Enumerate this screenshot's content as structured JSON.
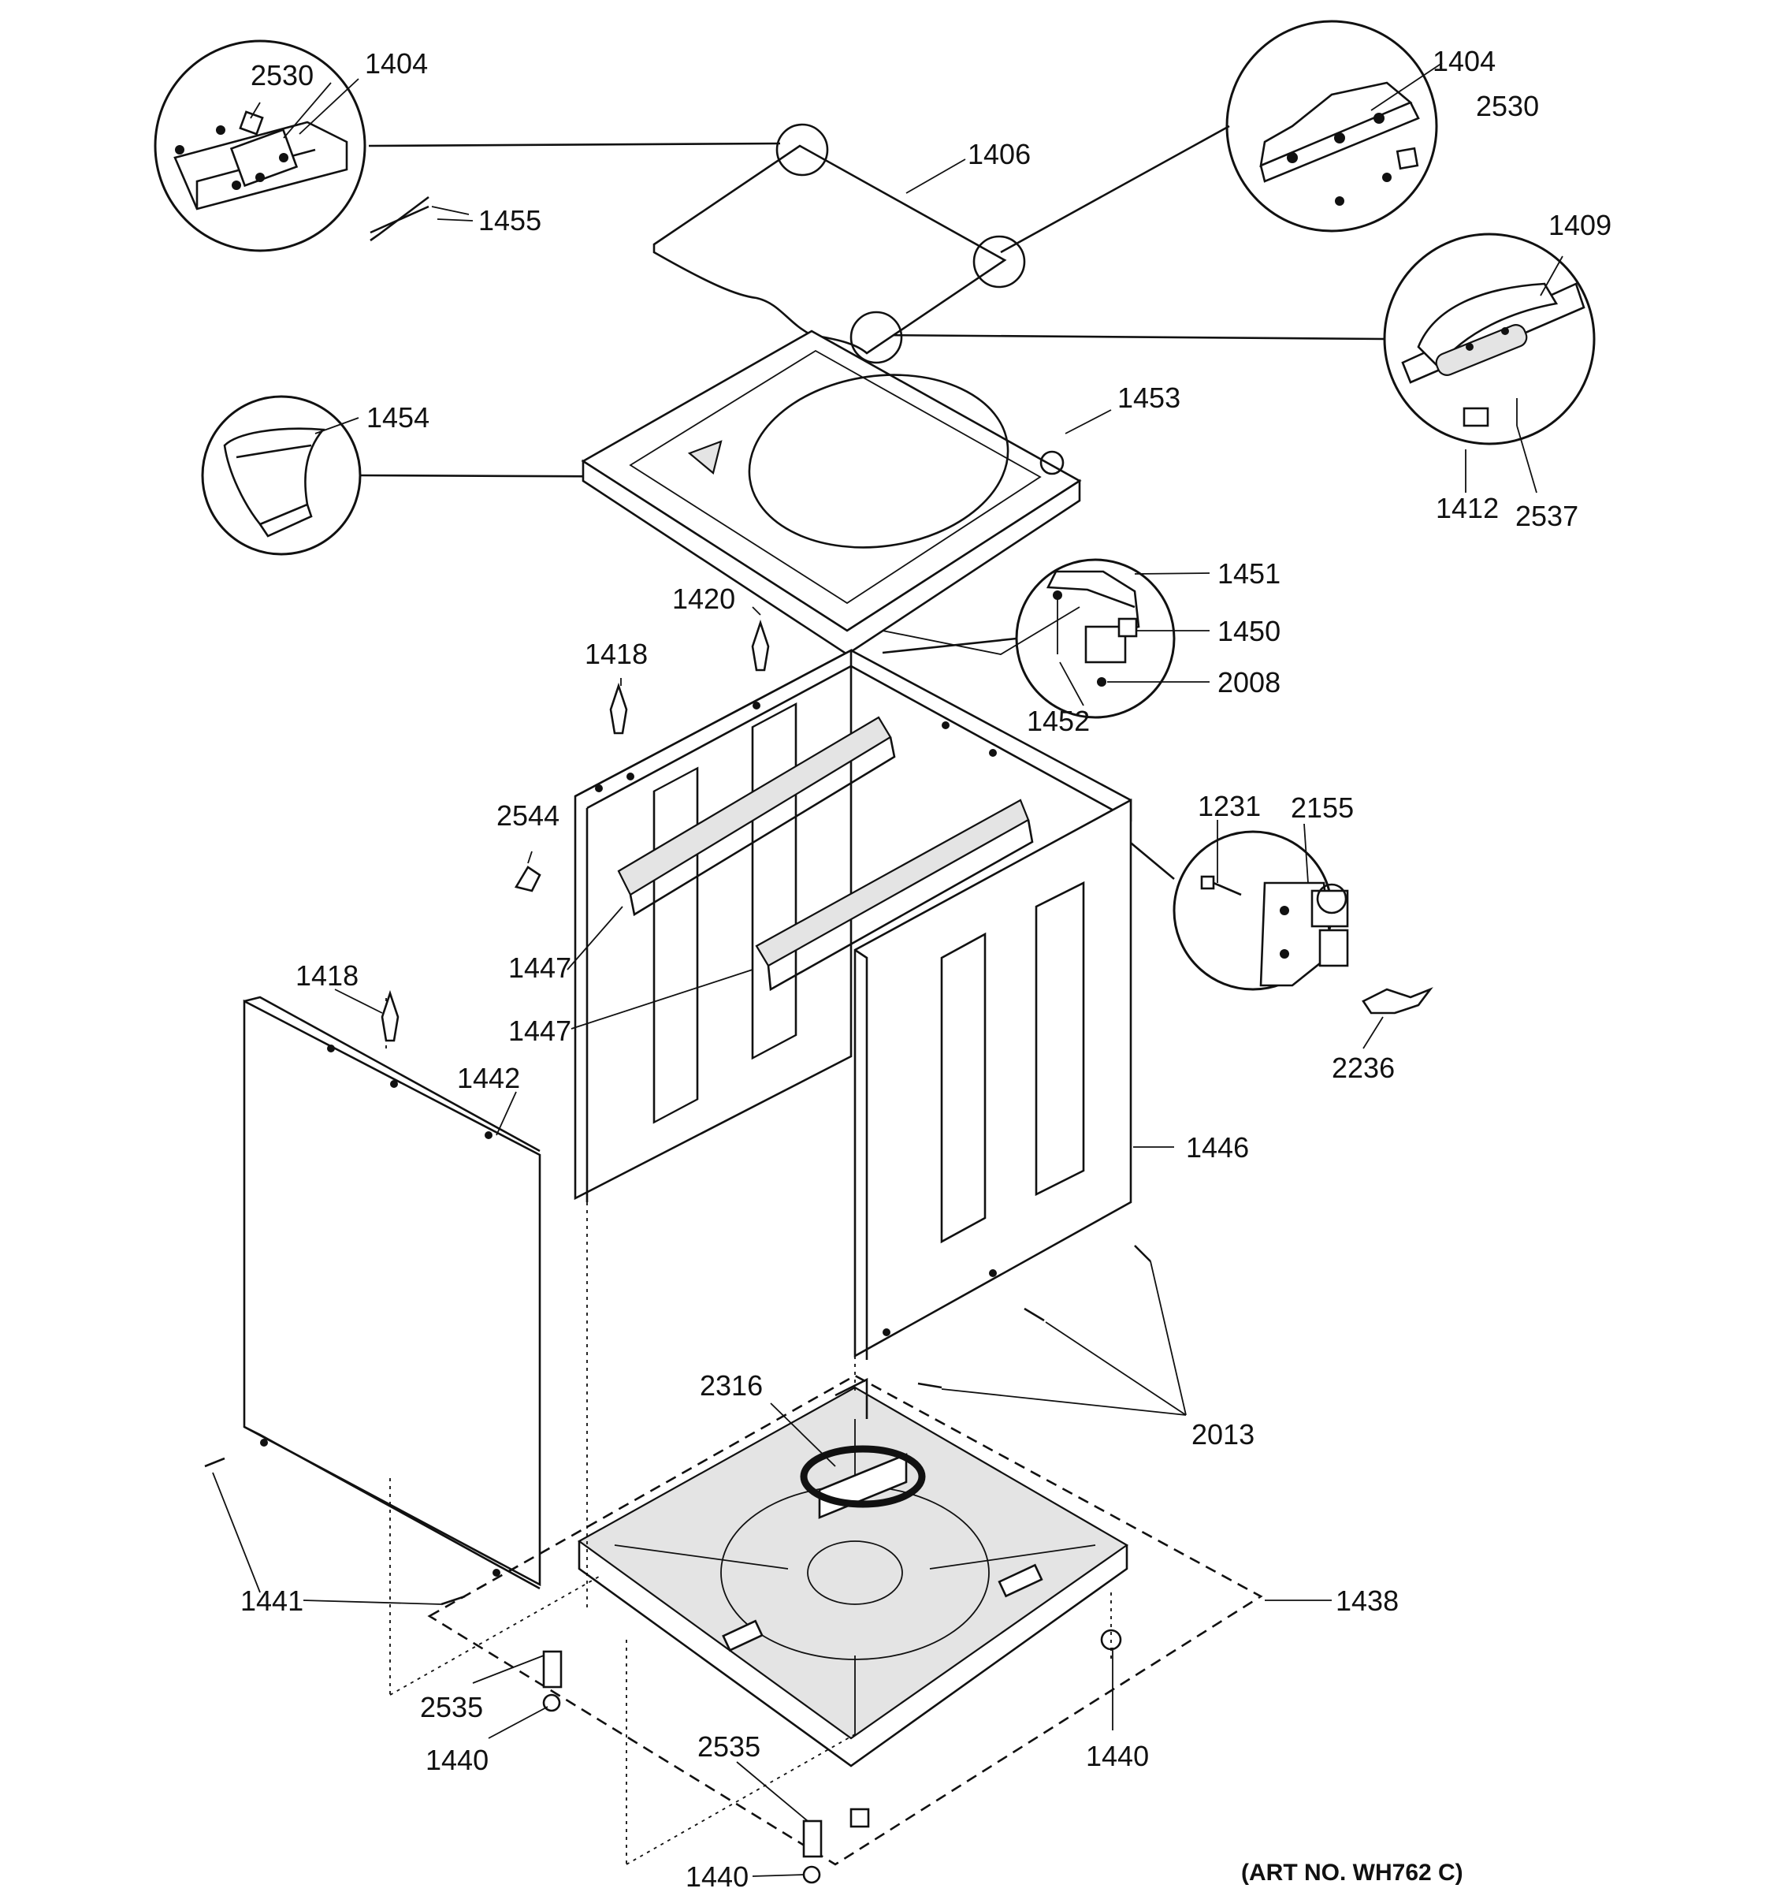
{
  "labels": {
    "p1404_left": "1404",
    "p2530_left": "2530",
    "p1455": "1455",
    "p1406": "1406",
    "p1404_right": "1404",
    "p2530_right": "2530",
    "p1409": "1409",
    "p1412": "1412",
    "p2537": "2537",
    "p1454": "1454",
    "p1453": "1453",
    "p1451": "1451",
    "p1450": "1450",
    "p2008": "2008",
    "p1452": "1452",
    "p1420": "1420",
    "p1418_top": "1418",
    "p2544": "2544",
    "p1447_a": "1447",
    "p1447_b": "1447",
    "p1231": "1231",
    "p2155": "2155",
    "p2236": "2236",
    "p1418_left": "1418",
    "p1442": "1442",
    "p1446": "1446",
    "p2013": "2013",
    "p2316": "2316",
    "p1441": "1441",
    "p1438": "1438",
    "p2535_left": "2535",
    "p1440_left": "1440",
    "p2535_bottom": "2535",
    "p1440_right": "1440",
    "p1440_bottom": "1440"
  },
  "art_number": "(ART NO. WH762 C)"
}
